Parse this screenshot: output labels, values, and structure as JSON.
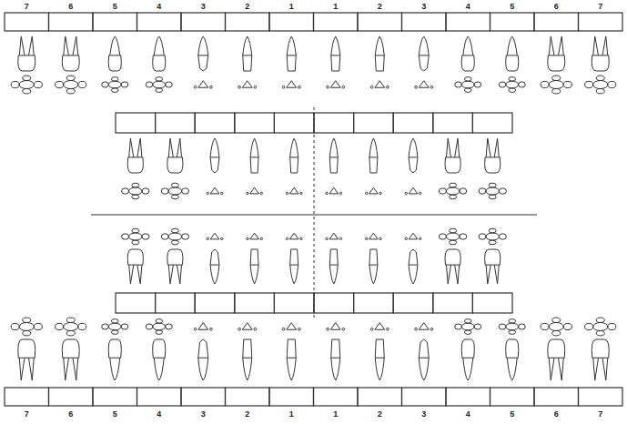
{
  "diagram": {
    "labels": [
      "7",
      "6",
      "5",
      "4",
      "3",
      "2",
      "1",
      "1",
      "2",
      "3",
      "4",
      "5",
      "6",
      "7",
      "7",
      "6",
      "5",
      "4",
      "3",
      "2",
      "1",
      "1",
      "2",
      "3",
      "4",
      "5",
      "6",
      "7"
    ]
  }
}
